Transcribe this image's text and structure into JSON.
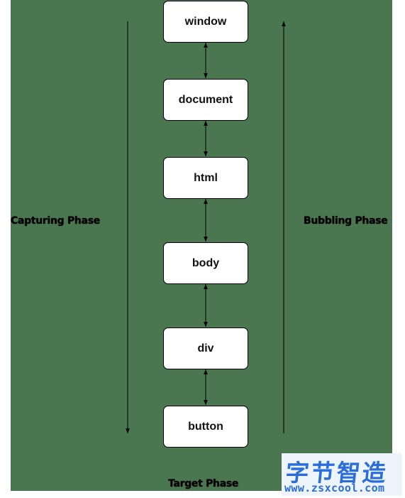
{
  "diagram": {
    "nodes": [
      {
        "id": "window",
        "label": "window"
      },
      {
        "id": "document",
        "label": "document"
      },
      {
        "id": "html",
        "label": "html"
      },
      {
        "id": "body",
        "label": "body"
      },
      {
        "id": "div",
        "label": "div"
      },
      {
        "id": "button",
        "label": "button"
      }
    ],
    "edges": [
      {
        "from": "window",
        "to": "document",
        "direction": "both"
      },
      {
        "from": "document",
        "to": "html",
        "direction": "both"
      },
      {
        "from": "html",
        "to": "body",
        "direction": "both"
      },
      {
        "from": "body",
        "to": "div",
        "direction": "both"
      },
      {
        "from": "div",
        "to": "button",
        "direction": "both"
      }
    ],
    "capturing_label": "Capturing Phase",
    "capturing_direction": "down",
    "bubbling_label": "Bubbling Phase",
    "bubbling_direction": "up",
    "target_label": "Target Phase"
  },
  "colors": {
    "background": "#4a7650",
    "node_fill": "#ffffff",
    "stroke": "#000000",
    "watermark": "#2b6ed8"
  },
  "watermark": {
    "brand": "字节智造",
    "url": "www.zsxcool.com"
  }
}
